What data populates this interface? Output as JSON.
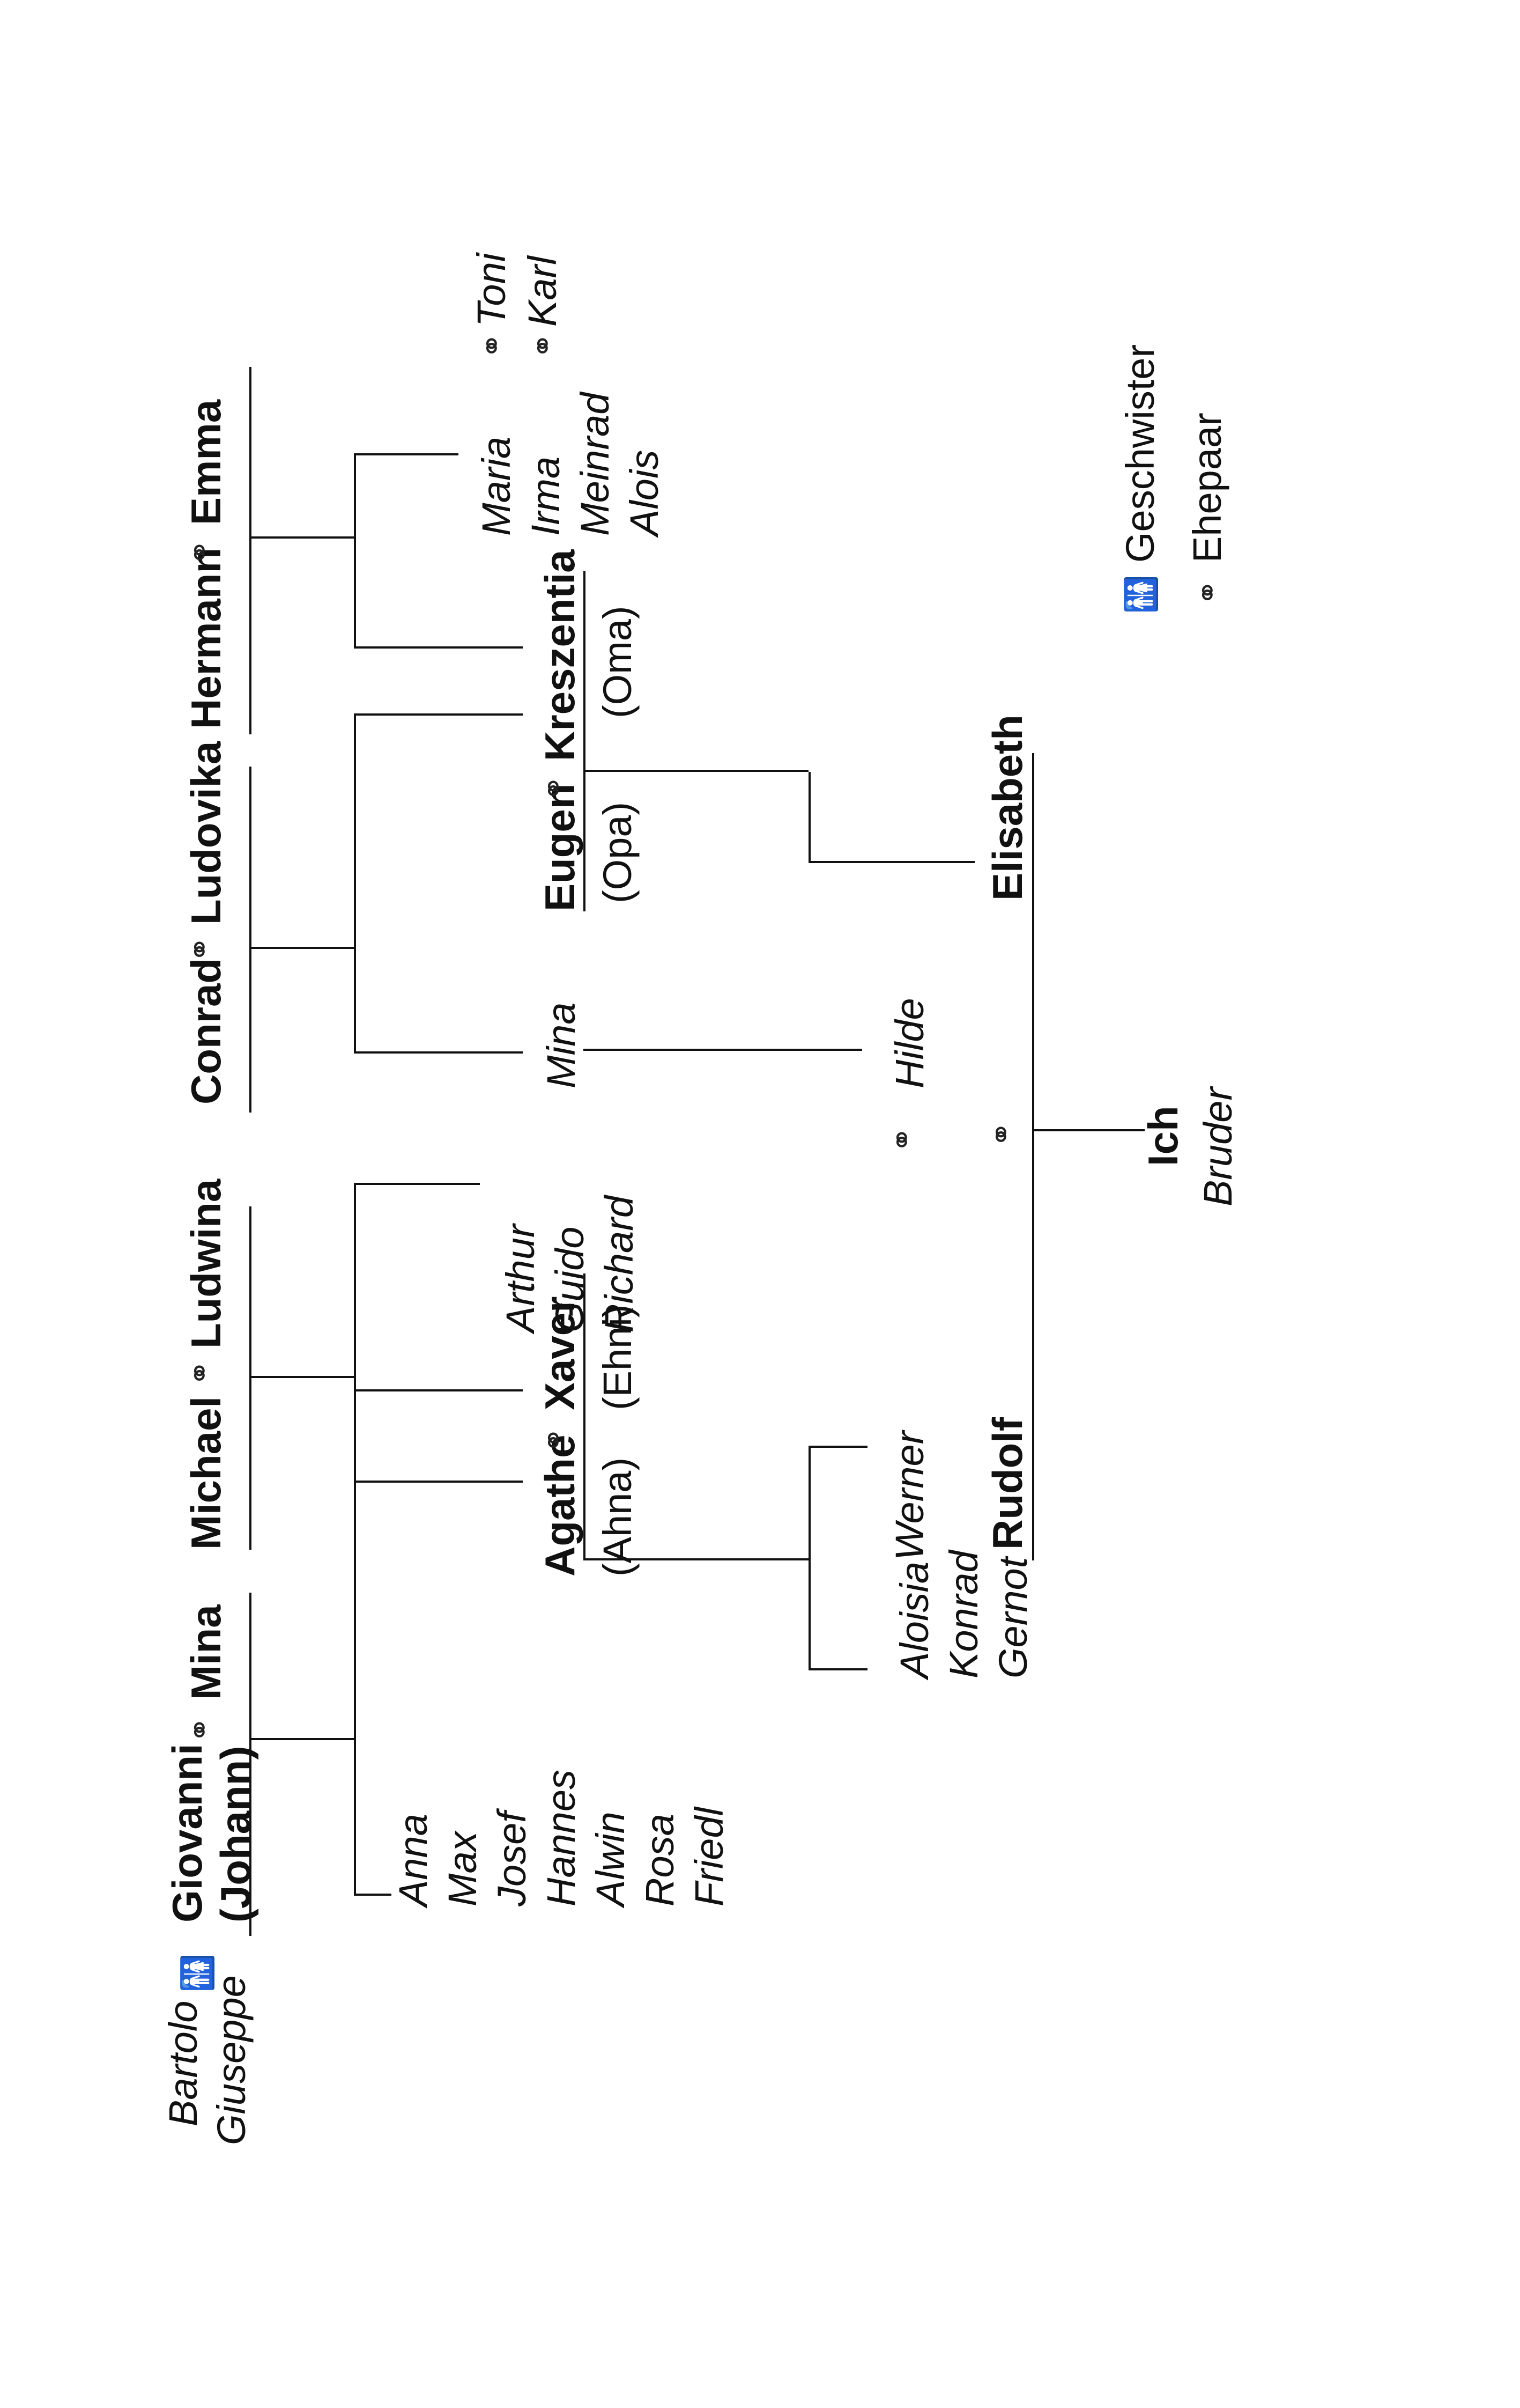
{
  "symbols": {
    "siblings": "🚻",
    "married": "⚭"
  },
  "legend": {
    "siblings": "Geschwister",
    "married": "Ehepaar"
  },
  "people": {
    "bartolo": "Bartolo",
    "giuseppe": "Giuseppe",
    "giovanni": "Giovanni",
    "johann": "(Johann)",
    "mina_gen1": "Mina",
    "michael": "Michael",
    "ludwina": "Ludwina",
    "conrad": "Conrad",
    "ludovika": "Ludovika",
    "hermann": "Hermann",
    "emma": "Emma",
    "agathe": "Agathe",
    "ahna": "(Ahna)",
    "xaver": "Xaver",
    "ehni": "(Ehni)",
    "mina_gen2": "Mina",
    "eugen": "Eugen",
    "opa": "(Opa)",
    "kreszentia": "Kreszentia",
    "oma": "(Oma)",
    "werner": "Werner",
    "rudolf": "Rudolf",
    "hilde": "Hilde",
    "elisabeth": "Elisabeth",
    "ich": "Ich",
    "bruder": "Bruder"
  },
  "sibling_groups": {
    "giovanni_children": [
      "Anna",
      "Max",
      "Josef",
      "Hannes",
      "Alwin",
      "Rosa",
      "Friedl"
    ],
    "michael_children": [
      "Arthur",
      "Guido",
      "Richard"
    ],
    "hermann_children": [
      "Maria",
      "Irma",
      "Meinrad",
      "Alois"
    ],
    "agathe_children": [
      "Aloisia",
      "Konrad",
      "Gernot"
    ]
  },
  "spouses": {
    "maria": "Toni",
    "irma": "Karl"
  }
}
